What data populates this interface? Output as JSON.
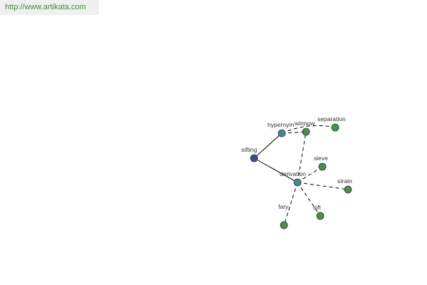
{
  "source": {
    "url_text": "http://www.artikata.com"
  },
  "graph": {
    "colors": {
      "root": "#3d4a8f",
      "relation": "#3f8e8e",
      "leaf": "#4a8f4a",
      "edge": "#000000",
      "link_text": "#3f8a3f"
    },
    "nodes": [
      {
        "id": "sifting",
        "label": "sifting",
        "kind": "root"
      },
      {
        "id": "hypernym",
        "label": "hypernym",
        "kind": "relation"
      },
      {
        "id": "derivation",
        "label": "derivation",
        "kind": "relation"
      },
      {
        "id": "winnow",
        "label": "winnow",
        "kind": "leaf"
      },
      {
        "id": "separation",
        "label": "separation",
        "kind": "leaf"
      },
      {
        "id": "sieve",
        "label": "sieve",
        "kind": "leaf"
      },
      {
        "id": "strain",
        "label": "strain",
        "kind": "leaf"
      },
      {
        "id": "sift",
        "label": "sift",
        "kind": "leaf"
      },
      {
        "id": "fary",
        "label": "fary",
        "kind": "leaf"
      }
    ],
    "edges": [
      {
        "from": "sifting",
        "to": "hypernym",
        "style": "solid"
      },
      {
        "from": "sifting",
        "to": "derivation",
        "style": "solid"
      },
      {
        "from": "hypernym",
        "to": "winnow",
        "style": "dashed"
      },
      {
        "from": "hypernym",
        "to": "separation",
        "style": "dashed"
      },
      {
        "from": "derivation",
        "to": "winnow",
        "style": "dashed"
      },
      {
        "from": "derivation",
        "to": "sieve",
        "style": "dashed"
      },
      {
        "from": "derivation",
        "to": "strain",
        "style": "dashed"
      },
      {
        "from": "derivation",
        "to": "sift",
        "style": "dashed"
      },
      {
        "from": "derivation",
        "to": "fary",
        "style": "dashed"
      }
    ]
  }
}
